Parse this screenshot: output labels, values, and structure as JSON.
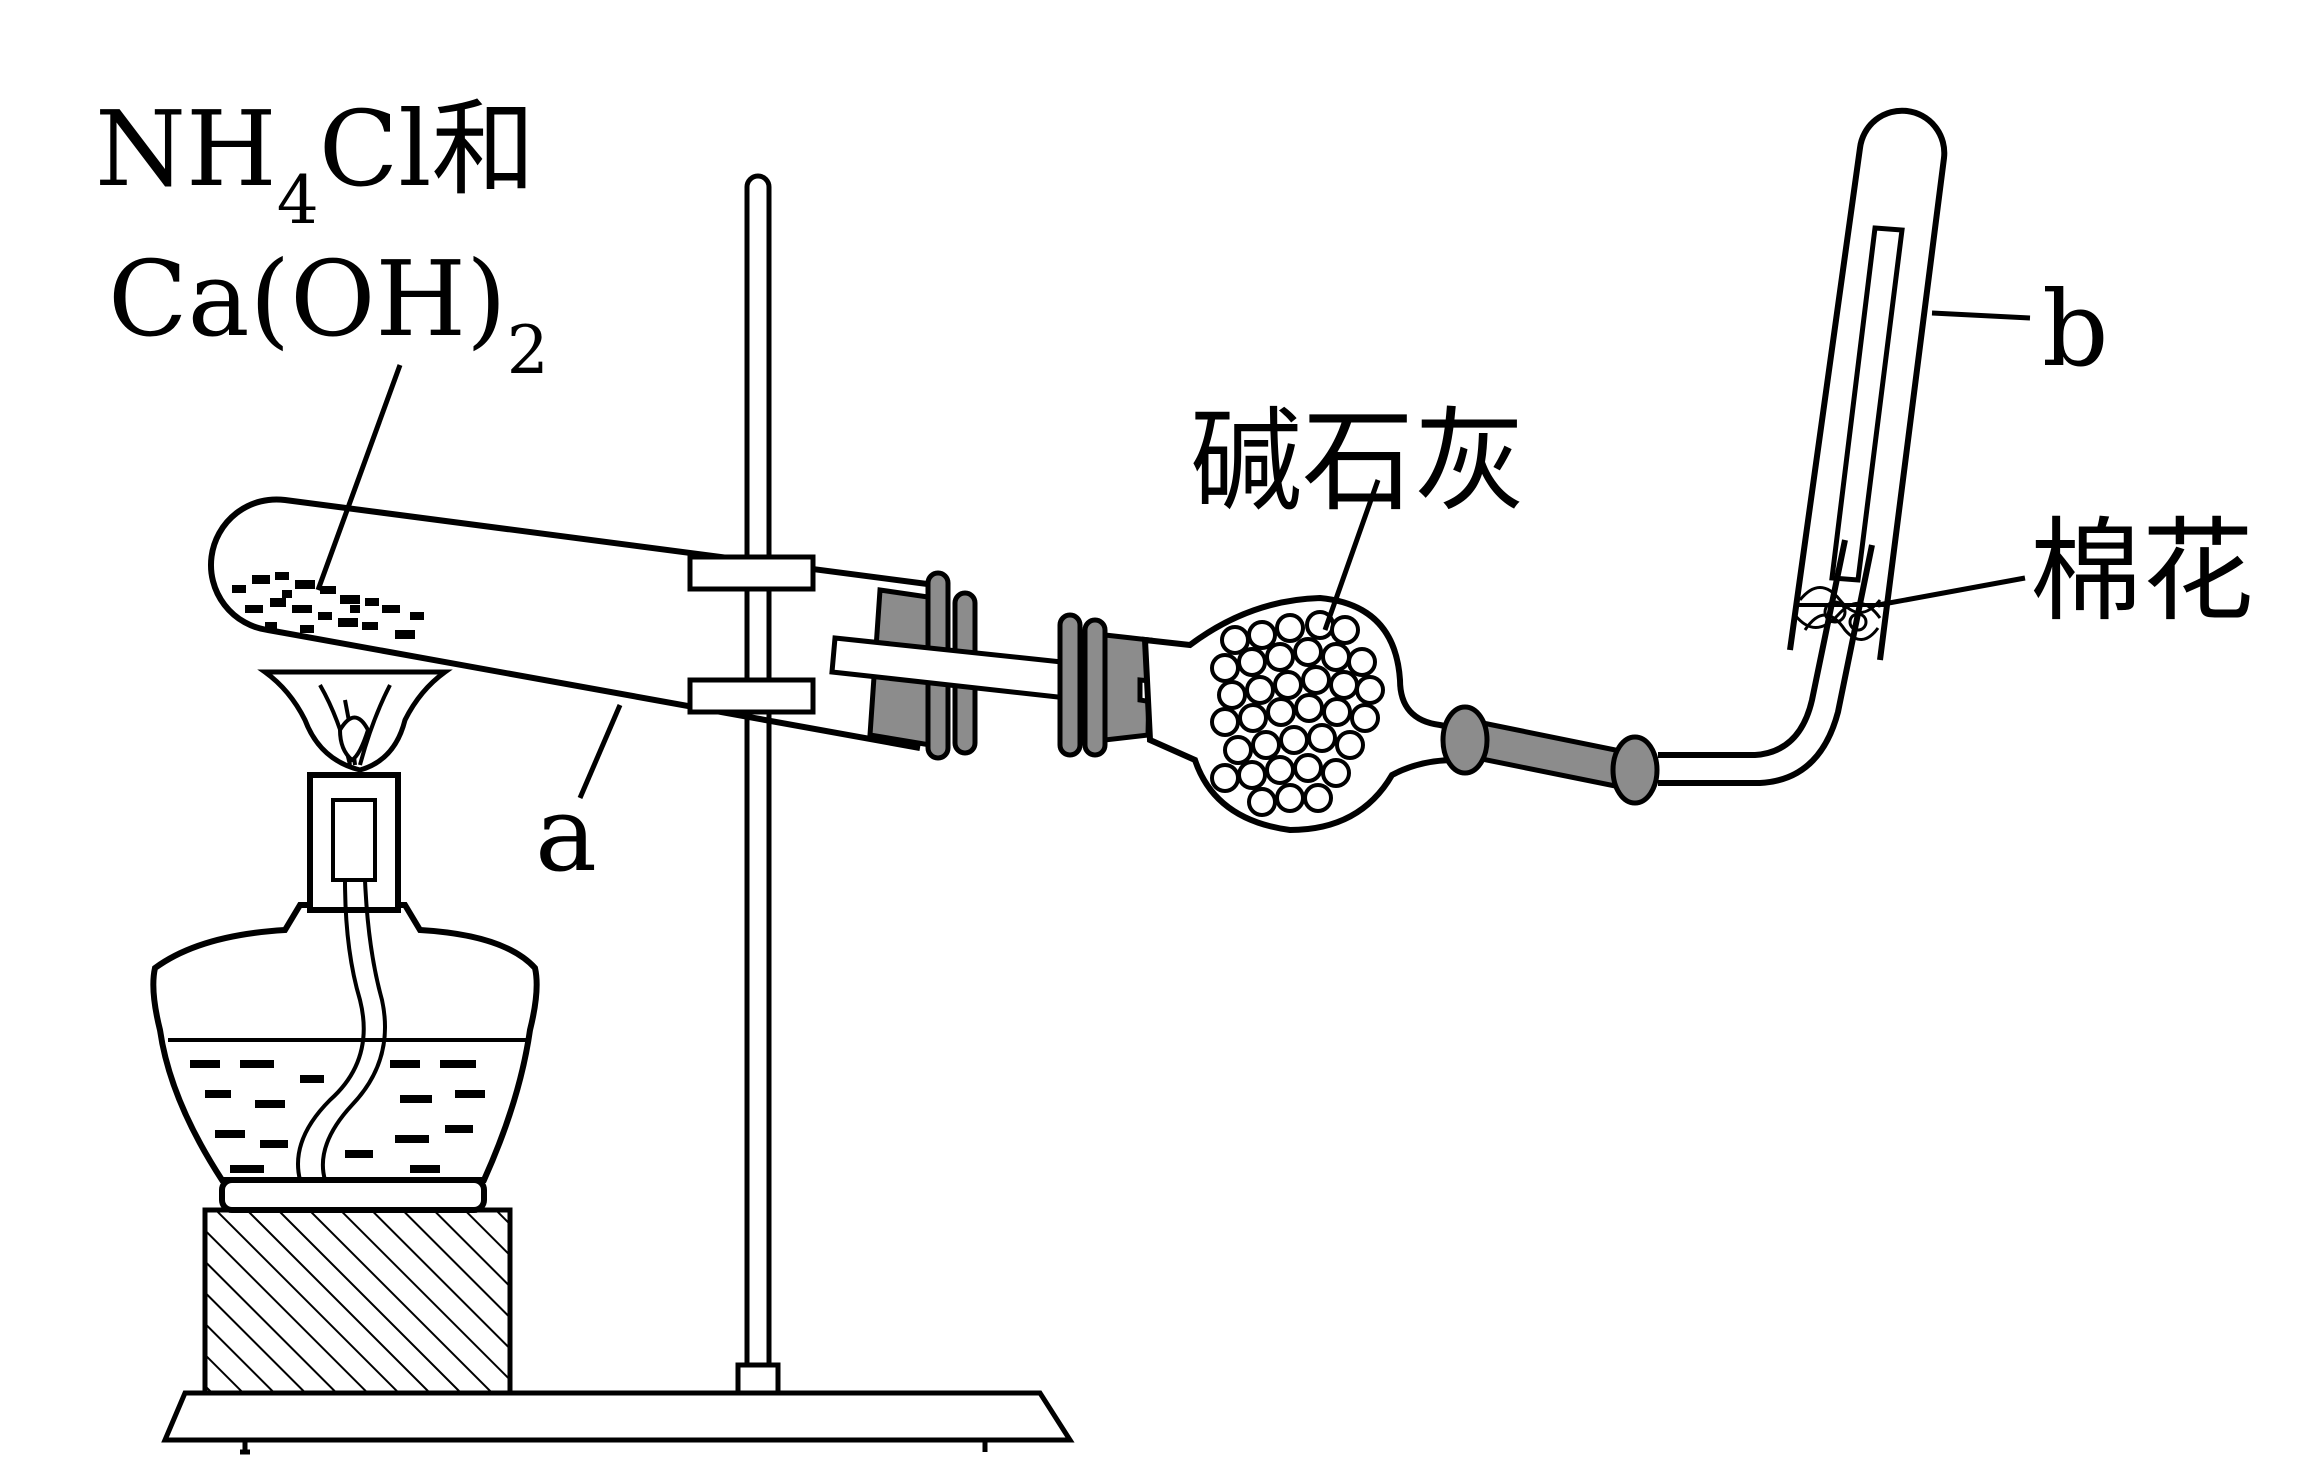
{
  "diagram": {
    "reactant_label": {
      "line1_main": "NH",
      "line1_sub": "4",
      "line1_rest": "Cl和",
      "line2_main": "Ca(OH)",
      "line2_sub": "2"
    },
    "label_a": "a",
    "label_b": "b",
    "label_soda_lime": "碱石灰",
    "label_cotton": "棉花"
  },
  "colors": {
    "stroke": "#000000",
    "stopper_fill": "#8c8c8c",
    "background": "#ffffff"
  }
}
